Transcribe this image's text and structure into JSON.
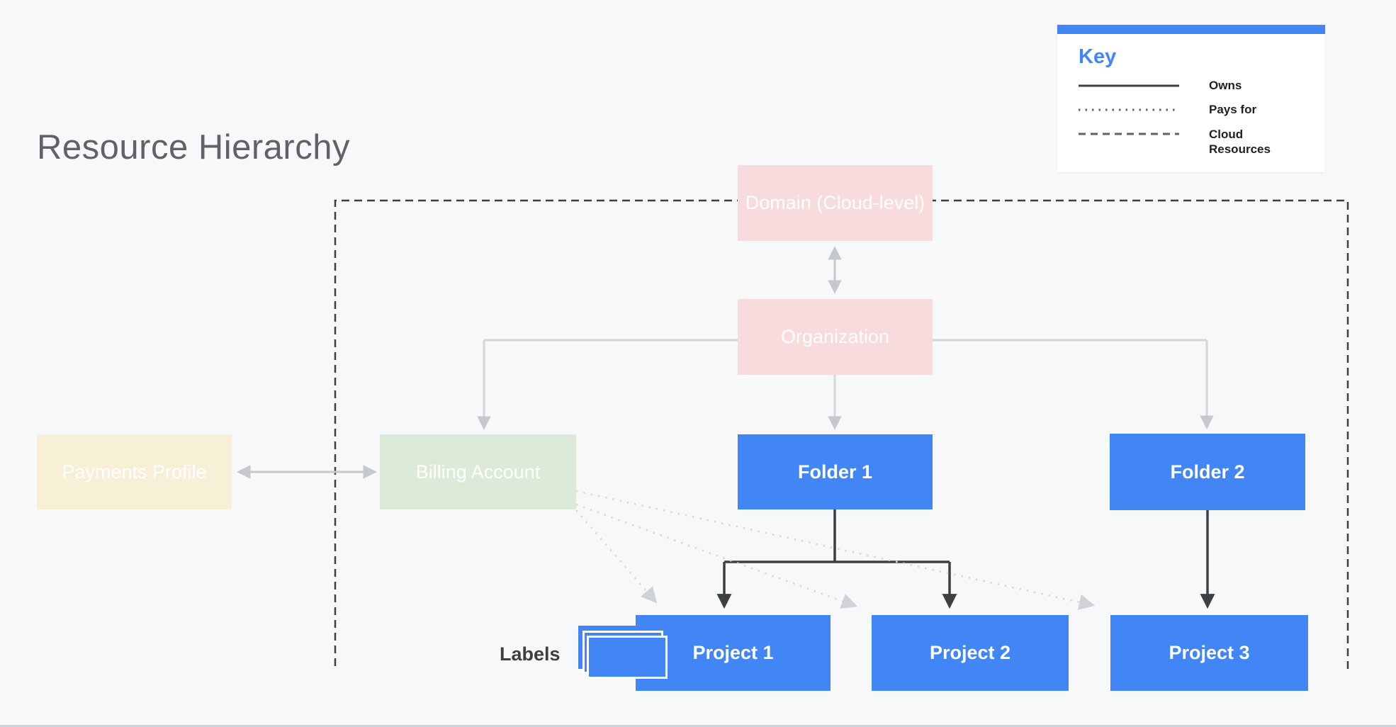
{
  "title": "Resource Hierarchy",
  "legend": {
    "heading": "Key",
    "items": [
      {
        "line_style": "solid",
        "label": "Owns"
      },
      {
        "line_style": "dotted",
        "label": "Pays for"
      },
      {
        "line_style": "dashed",
        "label": "Cloud Resources"
      }
    ]
  },
  "nodes": {
    "domain": {
      "label": "Domain (Cloud-level)",
      "color": "#f8dbdd"
    },
    "organization": {
      "label": "Organization",
      "color": "#f8dbdd"
    },
    "payments_profile": {
      "label": "Payments Profile",
      "color": "#f7f0d7"
    },
    "billing_account": {
      "label": "Billing Account",
      "color": "#dcead8"
    },
    "folder1": {
      "label": "Folder 1",
      "color": "#4285f4"
    },
    "folder2": {
      "label": "Folder 2",
      "color": "#4285f4"
    },
    "project1": {
      "label": "Project 1",
      "color": "#4285f4"
    },
    "project2": {
      "label": "Project 2",
      "color": "#4285f4"
    },
    "project3": {
      "label": "Project 3",
      "color": "#4285f4"
    }
  },
  "labels_caption": "Labels",
  "colors": {
    "background": "#f7f8fa",
    "accent_blue": "#4285f4",
    "dark_line": "#3c4043",
    "gray_line": "#cdd0d4",
    "dotted_line": "#d5d7db",
    "title_text": "#5f6368",
    "node_text": "#ffffff",
    "legend_text": "#202124"
  }
}
